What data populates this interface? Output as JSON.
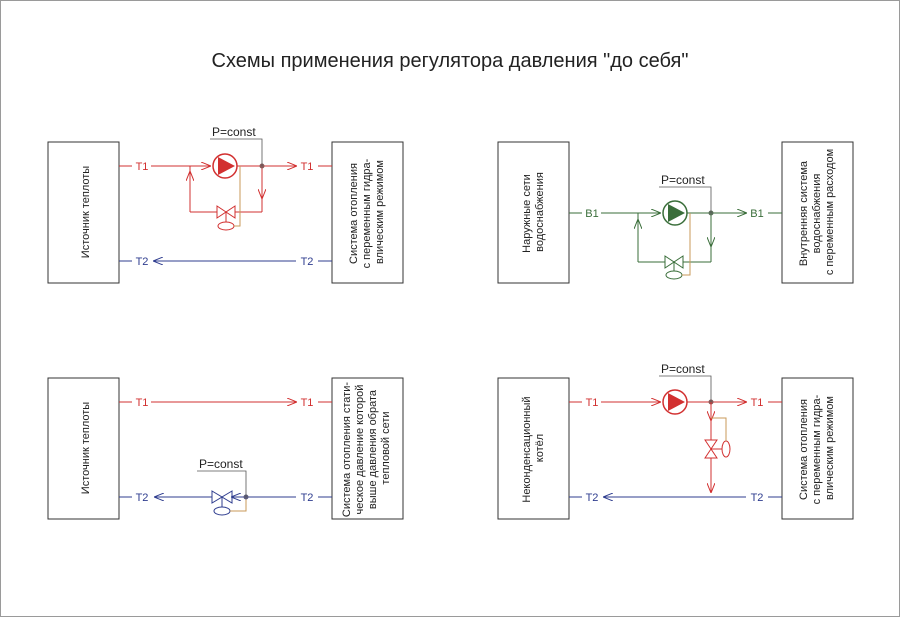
{
  "title": "Схемы применения регулятора давления \"до себя\"",
  "colors": {
    "red": "#d23030",
    "blue": "#2f3d8f",
    "green": "#3a6e3a",
    "valve_stem": "#c89a5a",
    "box": "#333333"
  },
  "diagram_1": {
    "source": "Источник теплоты",
    "consumer": [
      "Система отопления",
      "с переменным гидра-",
      "влическим режимом"
    ],
    "supply_left": "T1",
    "supply_right": "T1",
    "return_left": "T2",
    "return_right": "T2",
    "regulator": "P=const"
  },
  "diagram_2": {
    "source": [
      "Наружные сети",
      "водоснабжения"
    ],
    "consumer": [
      "Внутренняя система",
      "водоснабжения",
      "с переменным расходом"
    ],
    "line_left": "B1",
    "line_right": "B1",
    "regulator": "P=const"
  },
  "diagram_3": {
    "source": "Источник теплоты",
    "consumer": [
      "Система отопления стати-",
      "ческое давление которой",
      "выше давления обрата",
      "тепловой сети"
    ],
    "supply_left": "T1",
    "supply_right": "T1",
    "return_left": "T2",
    "return_right": "T2",
    "regulator": "P=const"
  },
  "diagram_4": {
    "source": [
      "Неконденсационный",
      "котёл"
    ],
    "consumer": [
      "Система отопления",
      "с переменным гидра-",
      "влическим режимом"
    ],
    "supply_left": "T1",
    "supply_right": "T1",
    "return_left": "T2",
    "return_right": "T2",
    "regulator": "P=const"
  }
}
